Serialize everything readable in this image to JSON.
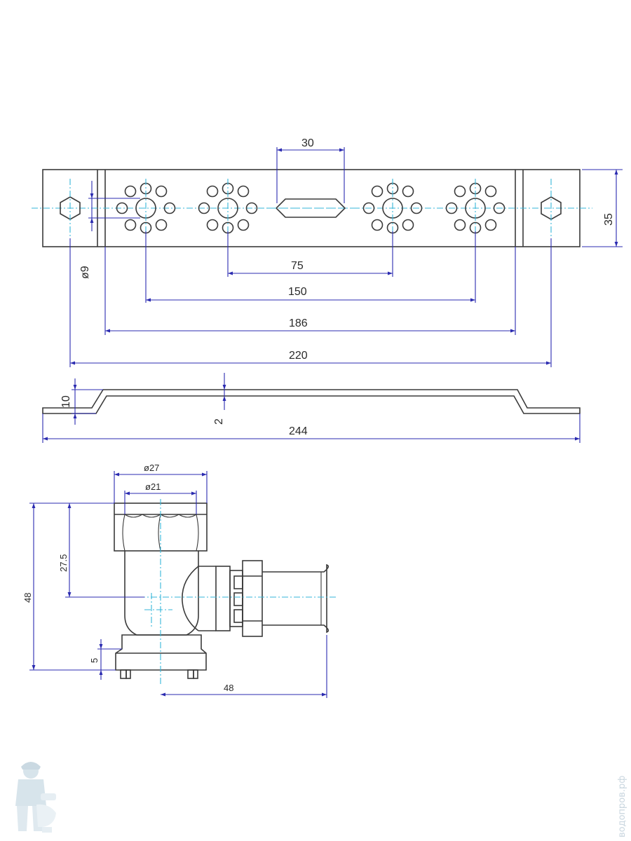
{
  "colors": {
    "outline": "#3a3a3a",
    "centerline": "#36b6d9",
    "dimension": "#2b2bb0",
    "text": "#2a2a2a",
    "watermark": "#c9d6df"
  },
  "top_view": {
    "dimensions": {
      "slot_width": "30",
      "height": "35",
      "hole_diameter": "ø9",
      "spacing_75": "75",
      "spacing_150": "150",
      "spacing_186": "186",
      "spacing_220": "220"
    }
  },
  "side_view": {
    "dimensions": {
      "offset": "10",
      "thickness": "2",
      "total_length": "244"
    }
  },
  "fitting_view": {
    "dimensions": {
      "outer_diameter": "ø27",
      "inner_diameter": "ø21",
      "total_height": "48",
      "center_height": "27.5",
      "base_height": "5",
      "outlet_length": "48"
    }
  },
  "watermark": {
    "text": "водопров.рф",
    "logo_icon": "plumber-mascot-icon"
  }
}
